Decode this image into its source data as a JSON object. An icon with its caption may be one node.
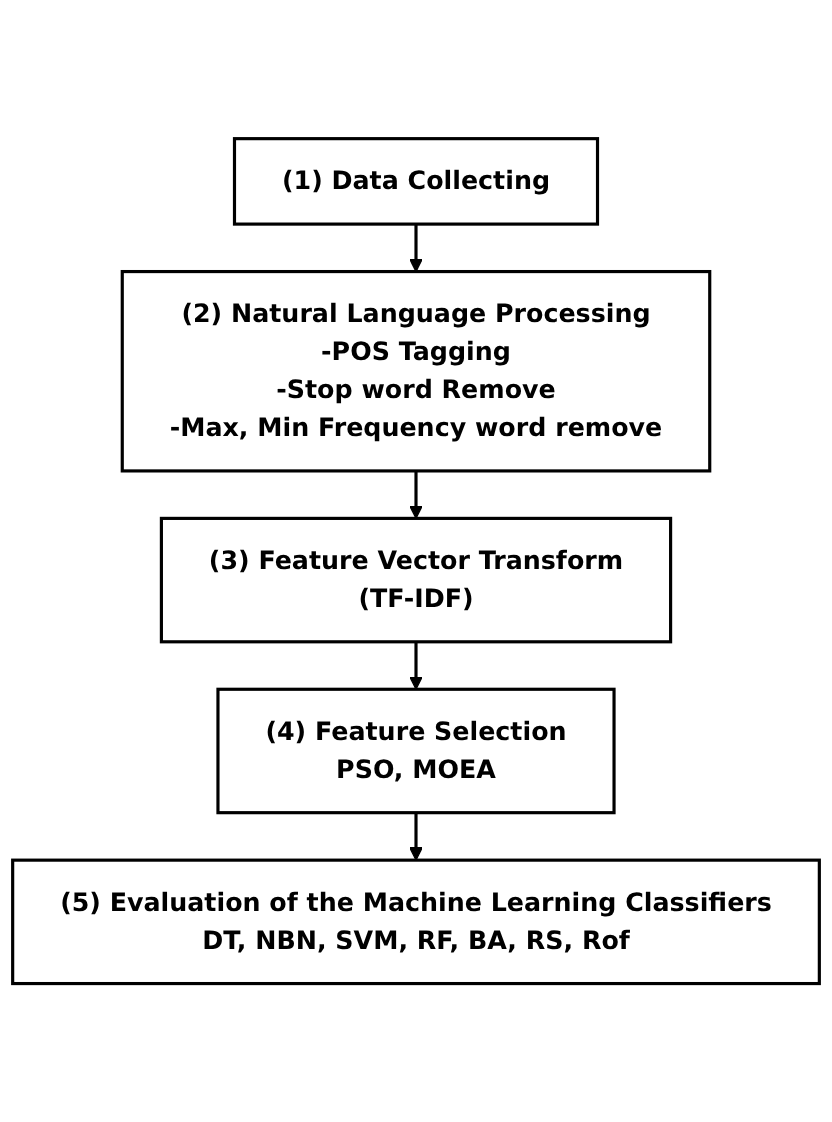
{
  "diagram": {
    "nodes": [
      {
        "text": [
          "(1) Data Collecting"
        ]
      },
      {
        "text": [
          "(2) Natural Language Processing",
          "-POS Tagging",
          "-Stop word Remove",
          "-Max, Min Frequency word remove"
        ]
      },
      {
        "text": [
          "(3) Feature Vector Transform",
          "(TF-IDF)"
        ]
      },
      {
        "text": [
          "(4) Feature Selection",
          "PSO, MOEA"
        ]
      },
      {
        "text": [
          "(5) Evaluation of the Machine Learning Classifiers",
          "DT, NBN, SVM, RF, BA, RS, Rof"
        ]
      }
    ],
    "edges": [
      {
        "from": 0,
        "to": 1,
        "arrow": "to"
      },
      {
        "from": 1,
        "to": 2,
        "arrow": "to"
      },
      {
        "from": 2,
        "to": 3,
        "arrow": "to"
      },
      {
        "from": 3,
        "to": 4,
        "arrow": "to"
      }
    ]
  }
}
